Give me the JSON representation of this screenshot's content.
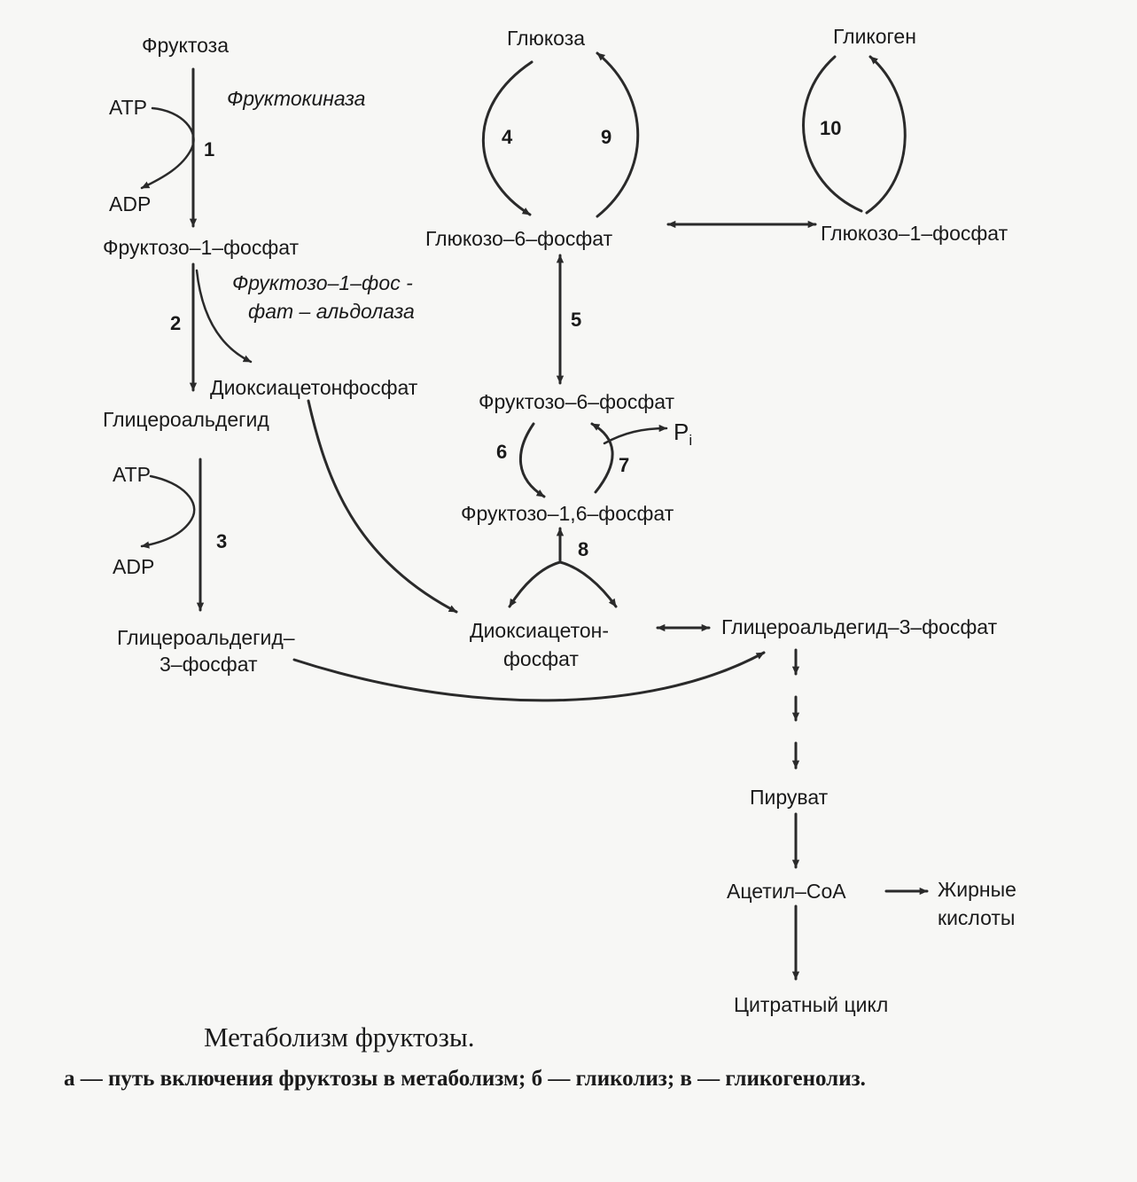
{
  "metabolites": {
    "fructose": "Фруктоза",
    "atp1": "ATP",
    "adp1": "ADP",
    "fructose_1_p": "Фруктозо–1–фосфат",
    "dhap1": "Диоксиацетонфосфат",
    "glyceraldehyde": "Глицероальдегид",
    "atp2": "ATP",
    "adp2": "ADP",
    "gly3p_line1": "Глицероальдегид–",
    "gly3p_line2": "3–фосфат",
    "glucose": "Глюкоза",
    "glycogen": "Гликоген",
    "g6p": "Глюкозо–6–фосфат",
    "g1p": "Глюкозо–1–фосфат",
    "f6p": "Фруктозо–6–фосфат",
    "pi": "P",
    "pi_sub": "i",
    "f16bp": "Фруктозо–1,6–фосфат",
    "dhap2_line1": "Диоксиацетон-",
    "dhap2_line2": "фосфат",
    "ga3p": "Глицероальдегид–3–фосфат",
    "pyruvate": "Пируват",
    "acetyl_coa": "Ацетил–СоА",
    "fatty_acids_line1": "Жирные",
    "fatty_acids_line2": "кислоты",
    "citrate_cycle": "Цитратный цикл"
  },
  "enzymes": {
    "fructokinase": "Фруктокиназа",
    "aldolase_line1": "Фруктозо–1–фос -",
    "aldolase_line2": "фат – альдолаза"
  },
  "steps": [
    "1",
    "2",
    "3",
    "4",
    "5",
    "6",
    "7",
    "8",
    "9",
    "10"
  ],
  "caption": {
    "title": "Метаболизм фруктозы.",
    "text": "а — путь включения фруктозы в метаболизм; б — гликолиз; в — гликогенолиз."
  }
}
